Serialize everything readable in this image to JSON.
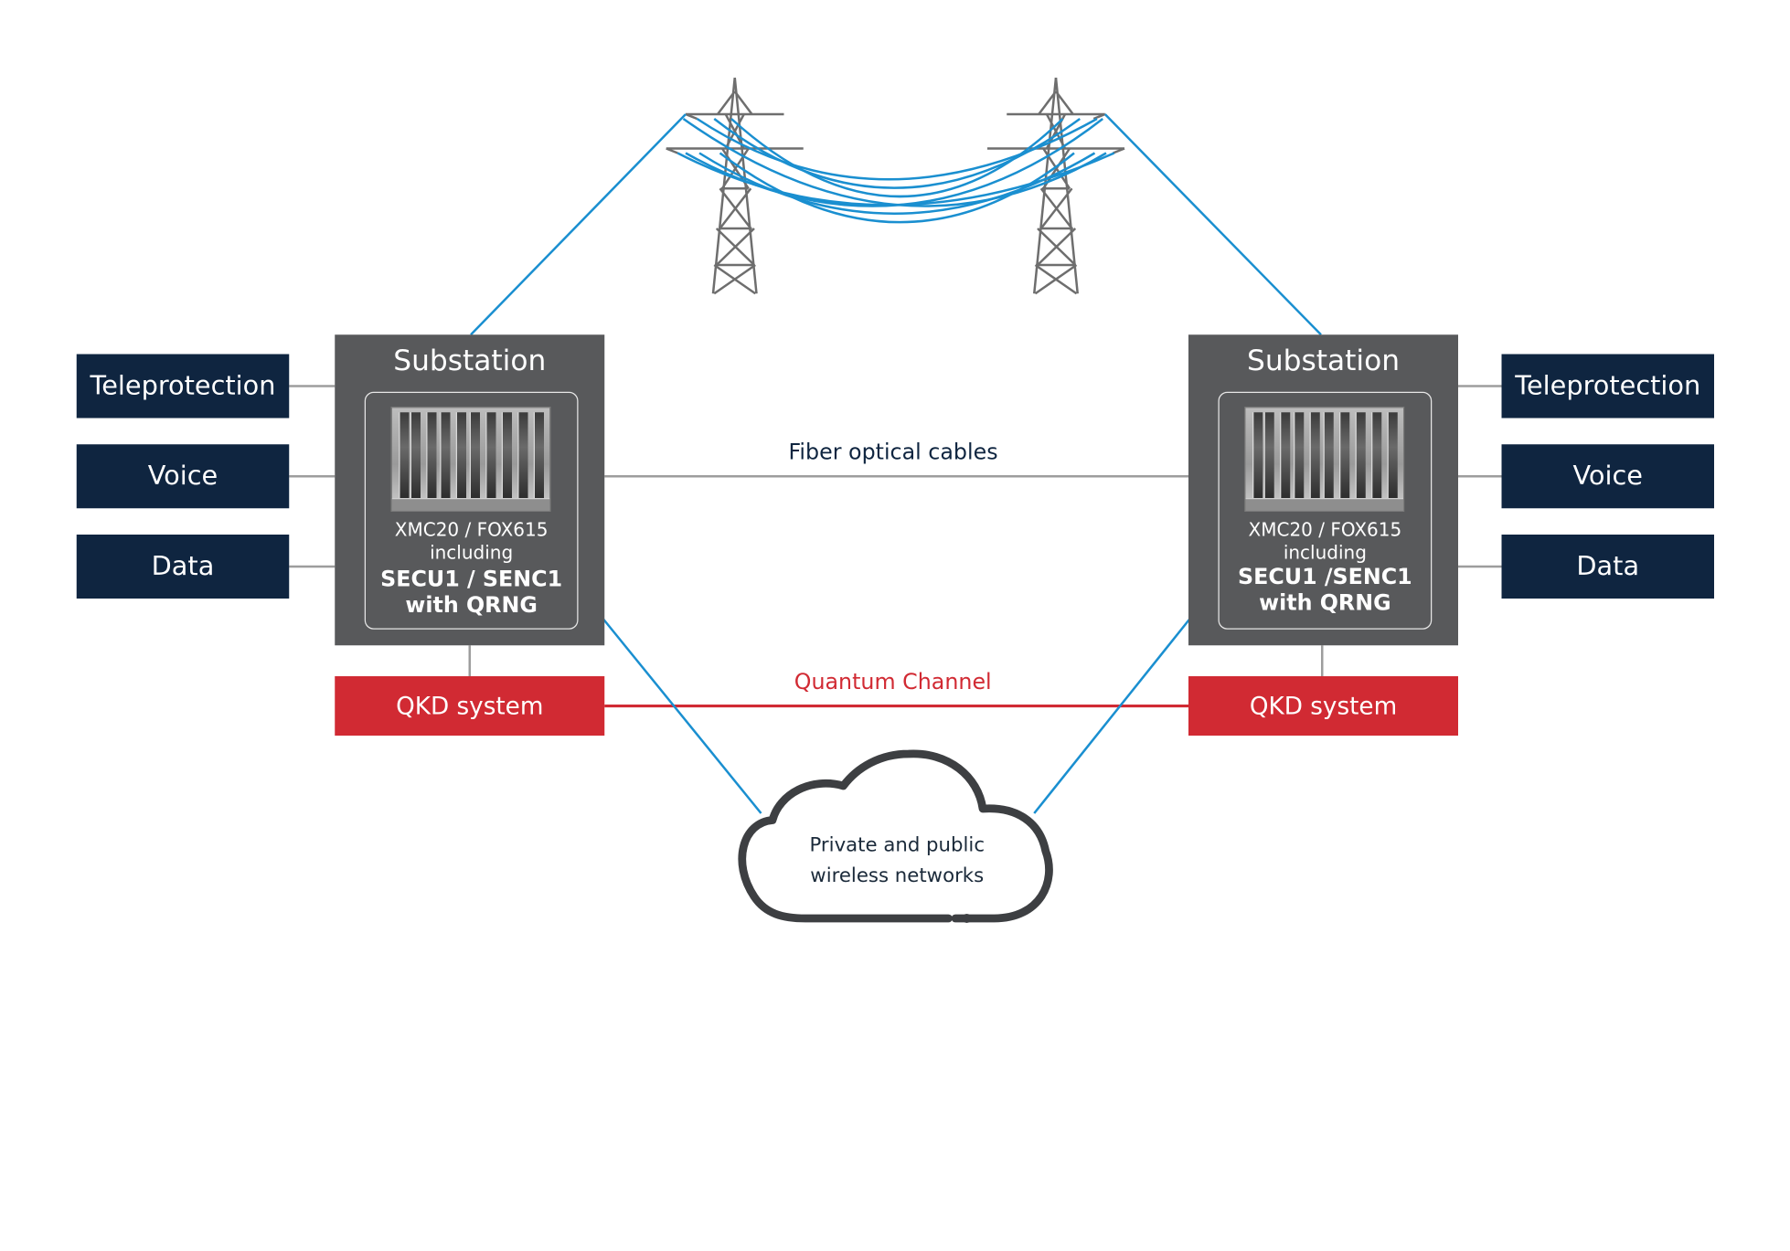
{
  "services": [
    "Teleprotection",
    "Voice",
    "Data"
  ],
  "substations": [
    {
      "title": "Substation",
      "device_line1": "XMC20 / FOX615",
      "device_line2": "including",
      "device_bold1": "SECU1 / SENC1",
      "device_bold2": "with QRNG"
    },
    {
      "title": "Substation",
      "device_line1": "XMC20 / FOX615",
      "device_line2": "including",
      "device_bold1": "SECU1 /SENC1",
      "device_bold2": "with QRNG"
    }
  ],
  "qkd_label": "QKD system",
  "fiber_label": "Fiber optical cables",
  "quantum_label": "Quantum Channel",
  "cloud_line1": "Private and public",
  "cloud_line2": "wireless networks",
  "colors": {
    "service_bg": "#0f2540",
    "substation_bg": "#58595b",
    "qkd_bg": "#d12a33",
    "link_blue": "#1a8fd0",
    "link_gray": "#9d9d9d",
    "tower_gray": "#6e6e6e",
    "quantum_red": "#d12a33"
  }
}
